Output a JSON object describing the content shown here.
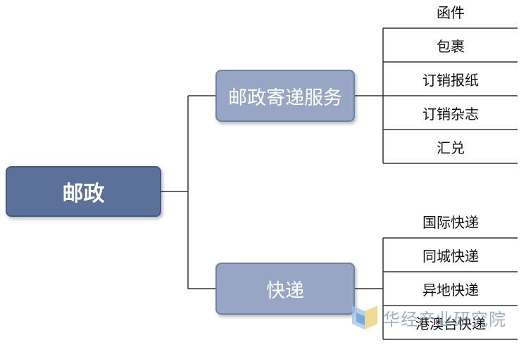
{
  "diagram": {
    "root": {
      "label": "邮政"
    },
    "branches": [
      {
        "label": "邮政寄递服务",
        "children": [
          "函件",
          "包裹",
          "订销报纸",
          "订销杂志",
          "汇兑"
        ]
      },
      {
        "label": "快递",
        "children": [
          "国际快递",
          "同城快递",
          "异地快递",
          "港澳台快递"
        ]
      }
    ]
  },
  "watermark": {
    "text": "华经产业研究院",
    "icon": "hj-logo-icon"
  },
  "colors": {
    "root_fill": "#5b7199",
    "branch_fill": "#97a6c4",
    "line": "#333333",
    "watermark": "#7891b9"
  }
}
